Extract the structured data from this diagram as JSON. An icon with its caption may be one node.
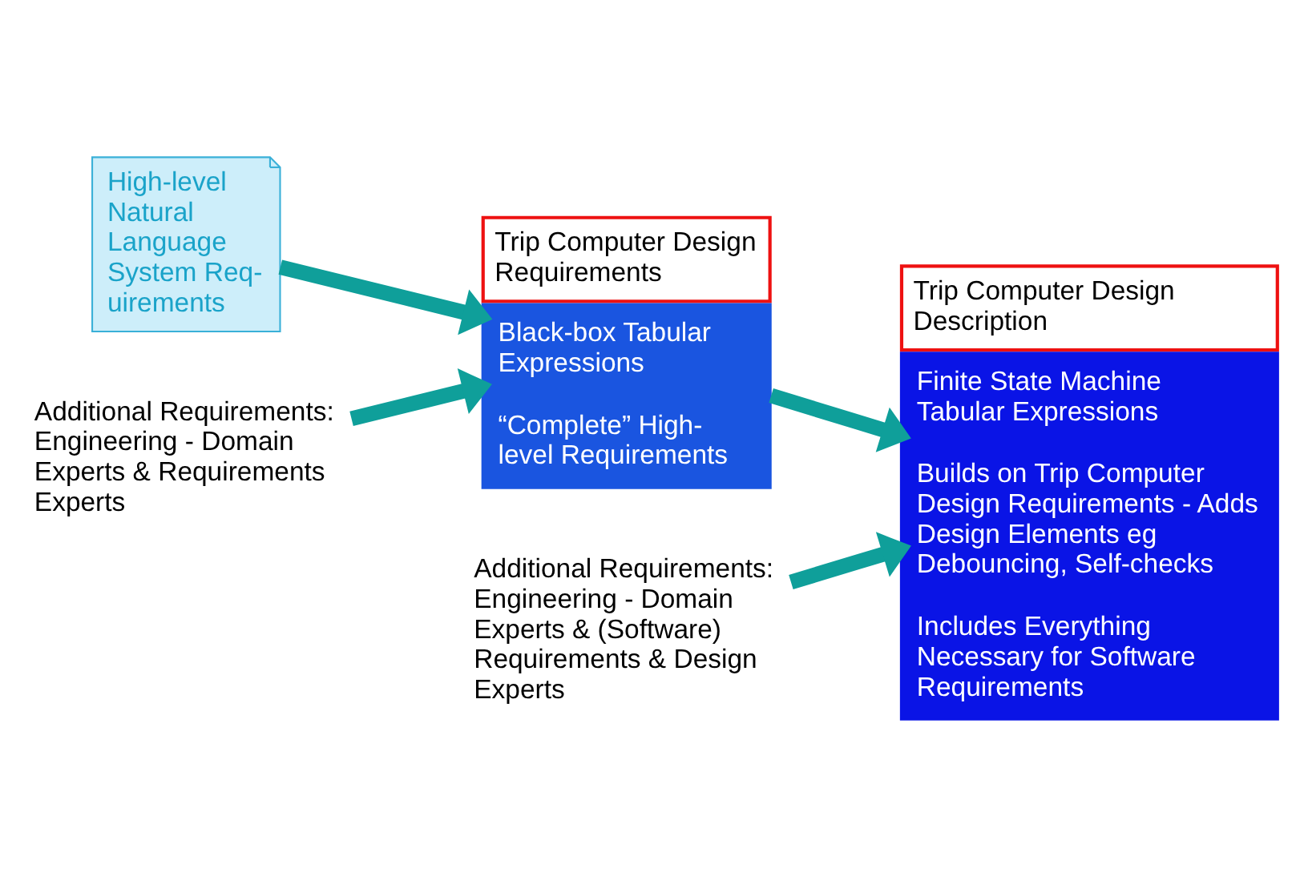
{
  "diagram": {
    "nodes": [
      {
        "text": [
          "High-level Natural Language System Req-uirements"
        ]
      },
      {
        "text": [
          "Additional Requirements: Engineering - Domain Experts & Requirements Experts"
        ]
      },
      {
        "text": [
          "Trip Computer Design Requirements",
          "Black-box Tabular Expressions",
          "“Complete” High-level Requirements"
        ]
      },
      {
        "text": [
          "Trip Computer Design Description",
          "Finite State Machine Tabular Expressions",
          "Builds on Trip Computer Design Requirements - Adds Design Elements eg Debouncing, Self-checks",
          "Includes Everything Necessary for Software Requirements"
        ]
      },
      {
        "text": [
          "Additional Requirements: Engineering - Domain Experts & (Software) Requirements & Design Experts"
        ]
      }
    ],
    "edges": [
      {
        "from": 0,
        "to": 2,
        "arrow": "to"
      },
      {
        "from": 1,
        "to": 2,
        "arrow": "to"
      },
      {
        "from": 2,
        "to": 3,
        "arrow": "to"
      },
      {
        "from": 4,
        "to": 3,
        "arrow": "to"
      }
    ]
  }
}
